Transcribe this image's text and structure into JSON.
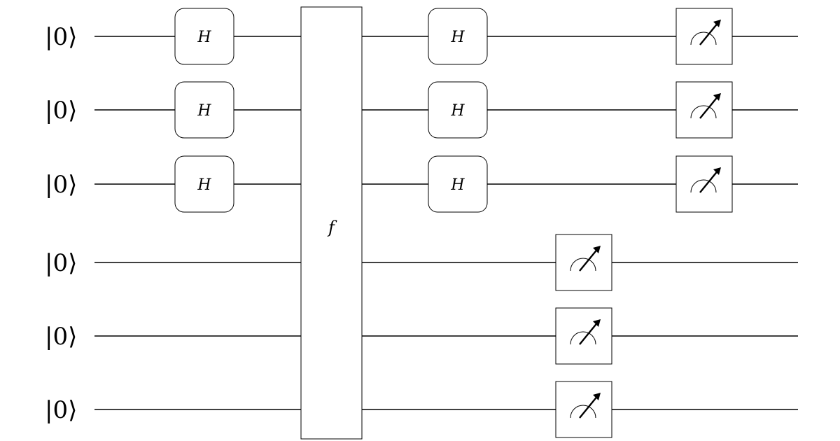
{
  "wires": [
    {
      "label": "|0⟩"
    },
    {
      "label": "|0⟩"
    },
    {
      "label": "|0⟩"
    },
    {
      "label": "|0⟩"
    },
    {
      "label": "|0⟩"
    },
    {
      "label": "|0⟩"
    }
  ],
  "hadamard_layer_1": {
    "label": "H",
    "wires": [
      0,
      1,
      2
    ]
  },
  "oracle": {
    "label": "f",
    "wires": [
      0,
      1,
      2,
      3,
      4,
      5
    ]
  },
  "hadamard_layer_2": {
    "label": "H",
    "wires": [
      0,
      1,
      2
    ]
  },
  "measure_top": {
    "icon": "meter-icon",
    "wires": [
      0,
      1,
      2
    ]
  },
  "measure_bottom": {
    "icon": "meter-icon",
    "wires": [
      3,
      4,
      5
    ]
  }
}
